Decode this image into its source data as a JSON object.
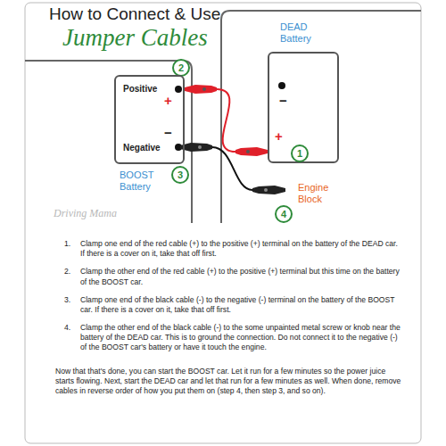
{
  "diagram": {
    "title": "How to Connect & Use",
    "nodes": [
      {
        "text": [
          "2"
        ]
      },
      {
        "text": [
          "Positive",
          "+",
          "Negative",
          "−",
          "BOOST Battery"
        ]
      },
      {
        "text": [
          "3"
        ]
      },
      {
        "text": [
          "DEAD Battery",
          "−",
          "+"
        ]
      },
      {
        "text": [
          "1"
        ]
      },
      {
        "text": [
          "4"
        ]
      }
    ],
    "edges": [
      {
        "from": 1,
        "to": 3,
        "arrow": "none"
      }
    ],
    "labels": [
      "Jumper Cables",
      "Engine Block",
      "Driving Mama",
      "1.",
      "Clamp one end of the red cable (+) to the positive (+) terminal on the battery of the DEAD car. If there is a cover on it, take that off first.",
      "2.",
      "Clamp the other end of the red cable (+) to the positive (+) terminal but this time on the battery of the BOOST car.",
      "3.",
      "Clamp one end of the black cable (-) to the negative (-) terminal on the battery of the BOOST car. If there is a cover on it, take that off first.",
      "4.",
      "Clamp the other end of the black cable (-) to the some unpainted metal screw or knob near the battery of the DEAD car. This is to ground the connection. Do not connect it to the negative (-) of the BOOST car's battery or have it touch the engine.",
      "Now that that's done, you can start the BOOST car. Let it run for a few minutes so the power juice starts flowing. Next, start the DEAD car and let that run for a few minutes as well. When done, remove cables in reverse order of how you put them on (step 4, then step 3, and so on)."
    ]
  }
}
